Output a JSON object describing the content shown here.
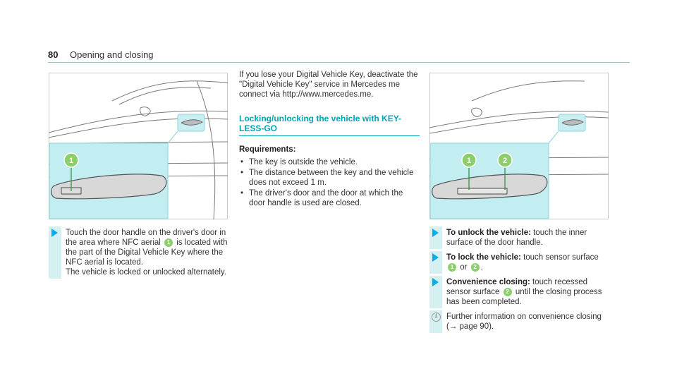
{
  "header": {
    "page_number": "80",
    "section": "Opening and closing"
  },
  "illustrations": {
    "left": {
      "labels": [
        "1"
      ]
    },
    "right": {
      "labels": [
        "1",
        "2"
      ]
    }
  },
  "left_column": {
    "step1": {
      "text_a": "Touch the door handle on the driver's door in the area where NFC aerial ",
      "badge": "1",
      "text_b": " is located with the part of the Digital Vehicle Key where the NFC aerial is located.",
      "text_c": "The vehicle is locked or unlocked alternately."
    }
  },
  "middle_column": {
    "intro": "If you lose your Digital Vehicle Key, deactivate the \"Digital Vehicle Key\" service in Mercedes me connect via http://www.mercedes.me.",
    "heading_line1": "Locking/unlocking the vehicle with KEY-",
    "heading_line2": "LESS-GO",
    "requirements_label": "Requirements:",
    "requirements": [
      "The key is outside the vehicle.",
      "The distance between the key and the vehicle does not exceed 1 m.",
      "The driver's door and the door at which the door handle is used are closed."
    ]
  },
  "right_column": {
    "unlock": {
      "bold": "To unlock the vehicle:",
      "text": " touch the inner surface of the door handle."
    },
    "lock": {
      "bold": "To lock the vehicle:",
      "text_a": " touch sensor surface ",
      "badge1": "1",
      "text_b": " or ",
      "badge2": "2",
      "text_c": "."
    },
    "convenience": {
      "bold": "Convenience closing:",
      "text_a": " touch recessed sensor surface ",
      "badge": "2",
      "text_b": " until the closing process has been completed."
    },
    "note": {
      "text": "Further information on convenience closing (→ page 90)."
    }
  },
  "colors": {
    "accent": "#00a5b5",
    "highlight": "#d5f0f1",
    "arrow": "#00adef",
    "callout": "#8ccf6a"
  }
}
